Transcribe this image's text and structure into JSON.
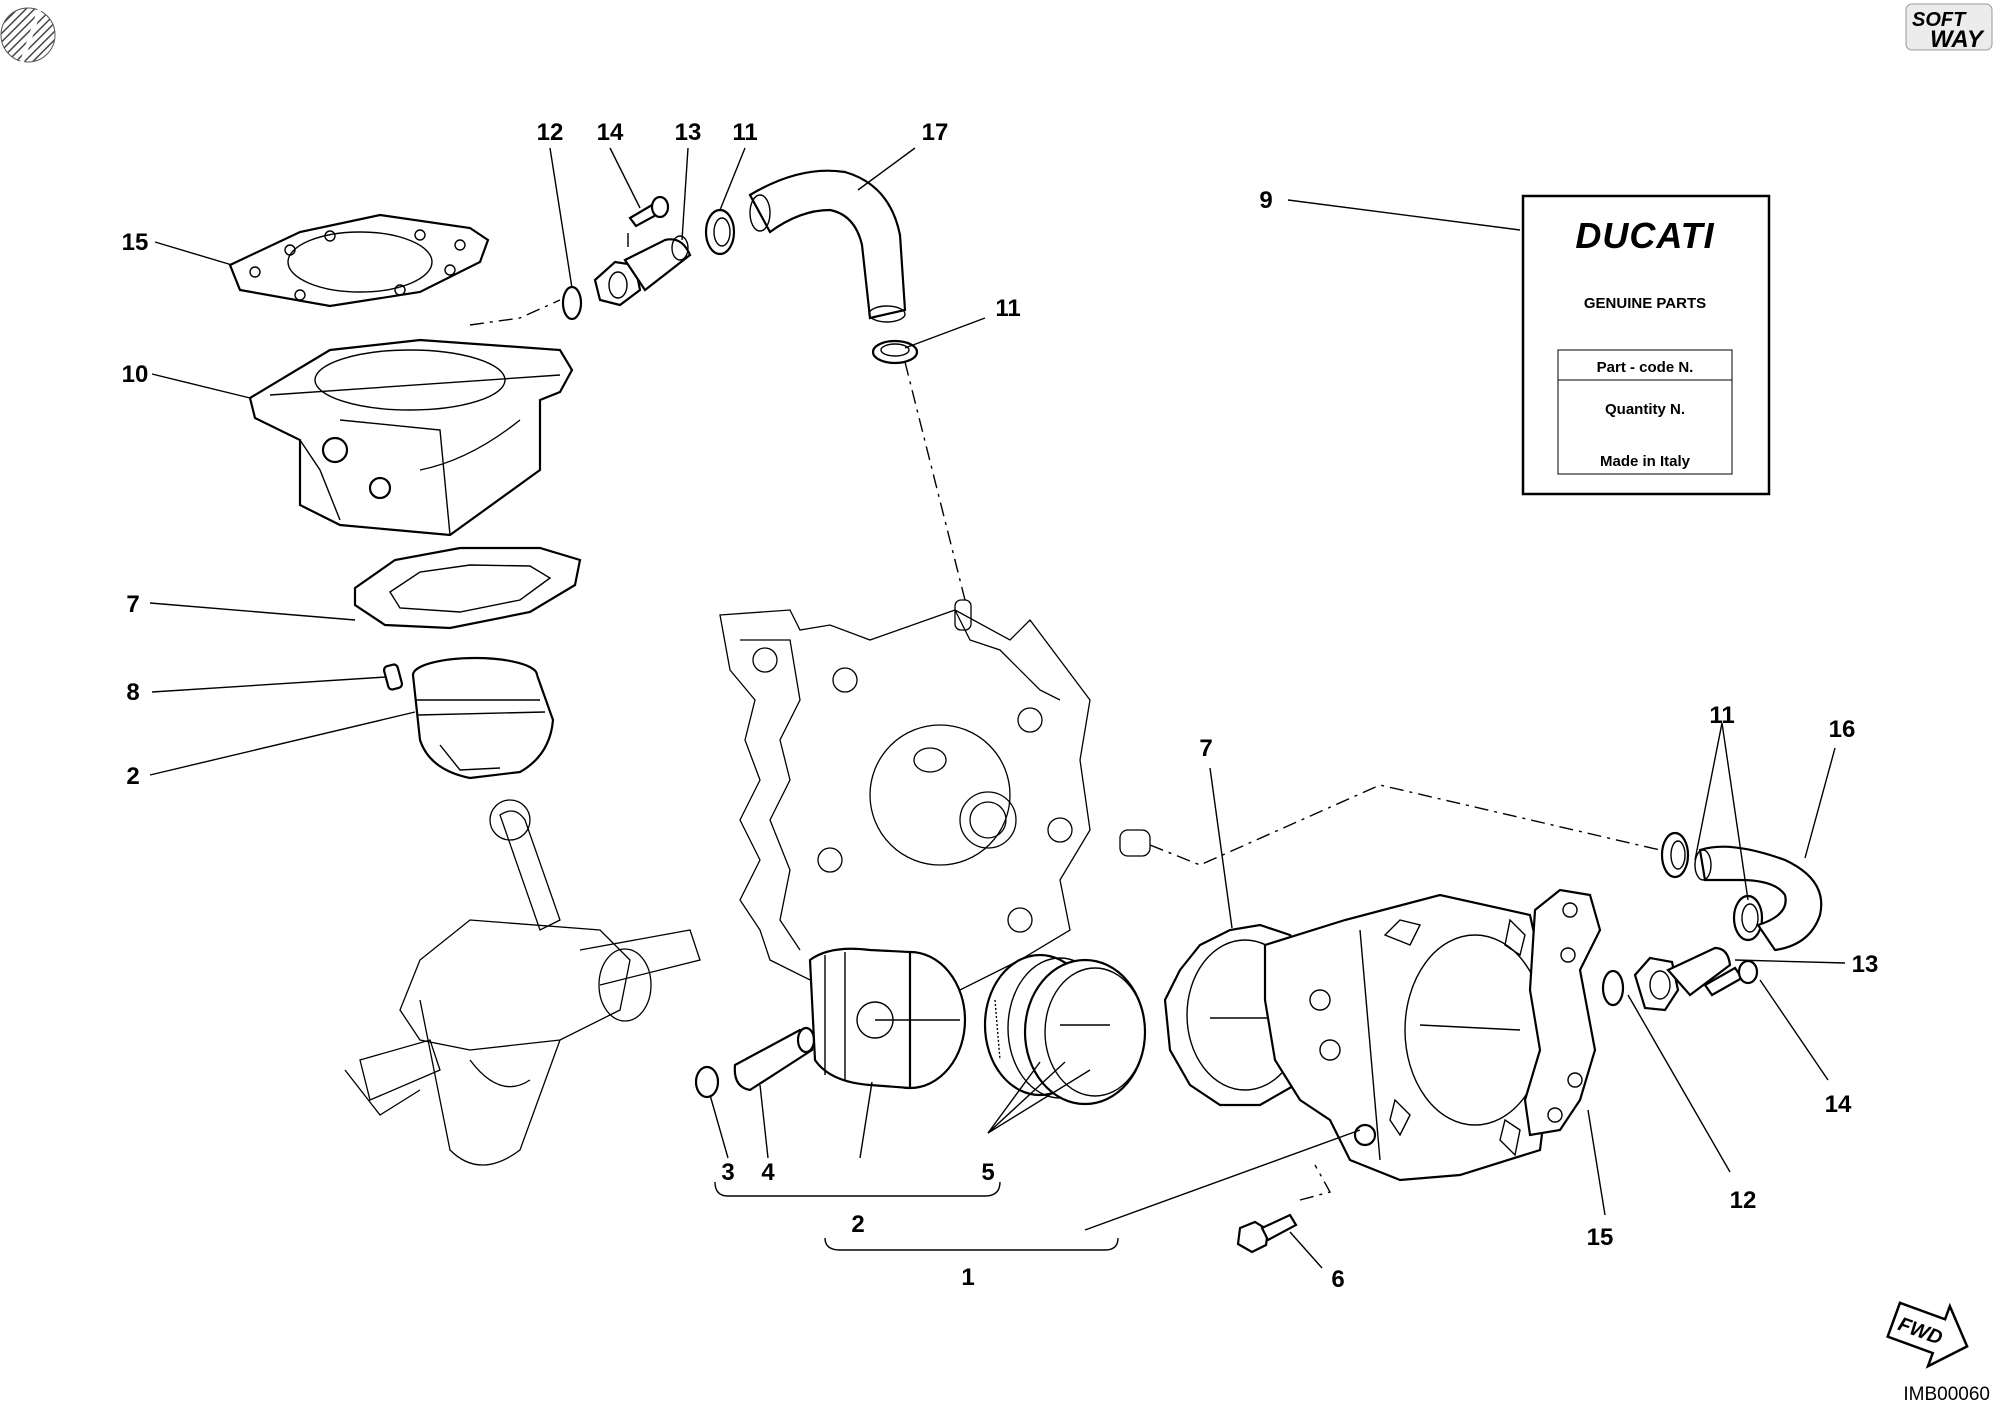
{
  "diagram": {
    "image_code": "IMB00060",
    "brand_mark": {
      "line1": "SOFT",
      "line2": "WAY"
    },
    "fwd_arrow_label": "FWD",
    "tag": {
      "brand": "DUCATI",
      "subtitle": "GENUINE PARTS",
      "rows": [
        "Part - code N.",
        "Quantity N.",
        "Made in Italy"
      ]
    },
    "callouts": [
      {
        "id": "c12a",
        "label": "12"
      },
      {
        "id": "c14a",
        "label": "14"
      },
      {
        "id": "c13a",
        "label": "13"
      },
      {
        "id": "c11a",
        "label": "11"
      },
      {
        "id": "c17",
        "label": "17"
      },
      {
        "id": "c11b",
        "label": "11"
      },
      {
        "id": "c15a",
        "label": "15"
      },
      {
        "id": "c10",
        "label": "10"
      },
      {
        "id": "c7a",
        "label": "7"
      },
      {
        "id": "c8",
        "label": "8"
      },
      {
        "id": "c2a",
        "label": "2"
      },
      {
        "id": "c9",
        "label": "9"
      },
      {
        "id": "c7b",
        "label": "7"
      },
      {
        "id": "c11c",
        "label": "11"
      },
      {
        "id": "c16",
        "label": "16"
      },
      {
        "id": "c13b",
        "label": "13"
      },
      {
        "id": "c14b",
        "label": "14"
      },
      {
        "id": "c12b",
        "label": "12"
      },
      {
        "id": "c15b",
        "label": "15"
      },
      {
        "id": "c3",
        "label": "3"
      },
      {
        "id": "c4",
        "label": "4"
      },
      {
        "id": "c5",
        "label": "5"
      },
      {
        "id": "c2b",
        "label": "2"
      },
      {
        "id": "c1",
        "label": "1"
      },
      {
        "id": "c6",
        "label": "6"
      }
    ]
  }
}
